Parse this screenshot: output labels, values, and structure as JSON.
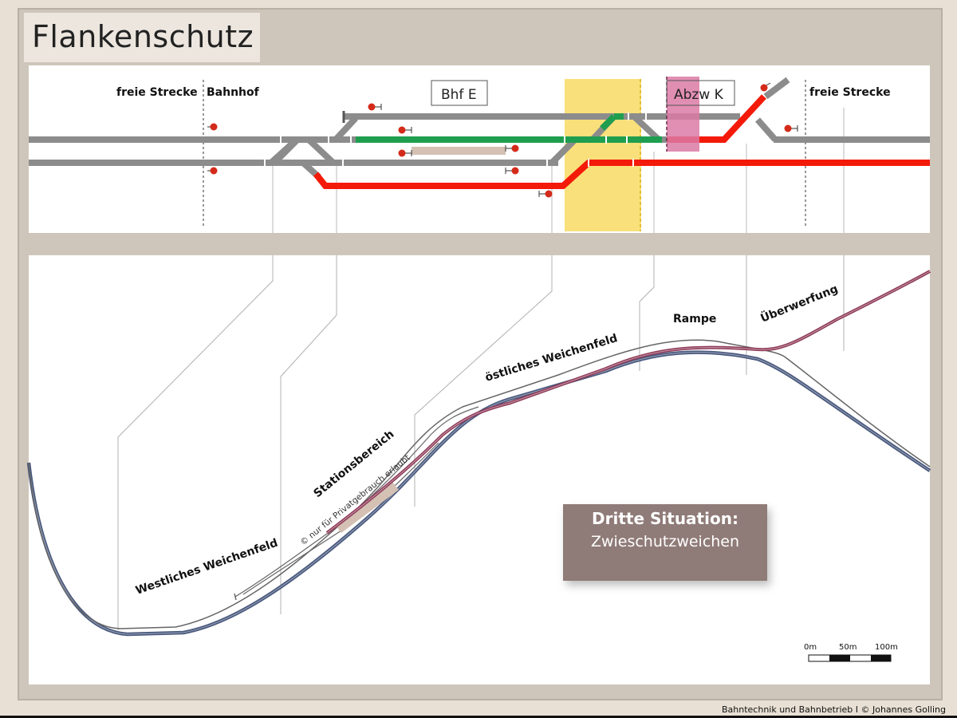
{
  "title": "Flankenschutz",
  "top_labels": {
    "freie_strecke_left": "freie Strecke",
    "bahnhof": "Bahnhof",
    "bhf_e": "Bhf E",
    "abzw_k": "Abzw K",
    "freie_strecke_right": "freie Strecke"
  },
  "map_labels": {
    "westliches_weichenfeld": "Westliches Weichenfeld",
    "stationsbereich": "Stationsbereich",
    "privatgebrauch": "© nur für Privatgebrauch erlaubt",
    "oestliches_weichenfeld": "östliches Weichenfeld",
    "rampe": "Rampe",
    "ueberwerfung": "Überwerfung"
  },
  "info_box": {
    "title": "Dritte Situation:",
    "subtitle": "Zwieschutzweichen"
  },
  "scale_bar": {
    "labels": [
      "0m",
      "50m",
      "100m"
    ]
  },
  "footer": "Bahntechnik und Bahnbetrieb I © Johannes Golling",
  "colors": {
    "track_gray": "#8c8c8c",
    "route_green": "#1f9e4f",
    "route_red": "#f41a0a",
    "highlight_yellow": "#f9e07a",
    "highlight_pink": "#dc7aa6",
    "platform": "#d4c1b4",
    "line_blue": "#4a5a7e",
    "line_maroon": "#8d3a57",
    "info_box": "#8f7b78"
  }
}
